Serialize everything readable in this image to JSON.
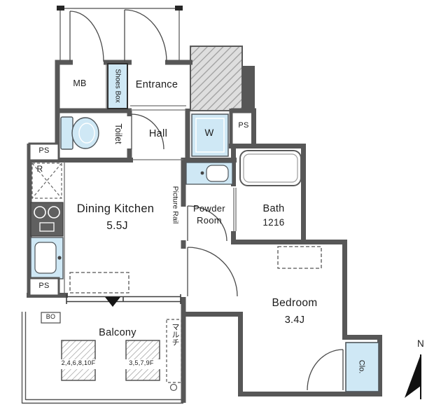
{
  "drawing_type": "apartment-floor-plan",
  "rooms": {
    "mb": "MB",
    "shoes_box": "Shoes Box",
    "entrance": "Entrance",
    "toilet": "Toilet",
    "hall": "Hall",
    "washer": "W",
    "ps_top": "PS",
    "ps_left": "PS",
    "ps_bottom": "PS",
    "refrigerator": "R",
    "dining_kitchen_name": "Dining Kitchen",
    "dining_kitchen_size": "5.5J",
    "picture_rail": "Picture Rail",
    "powder_room_line1": "Powder",
    "powder_room_line2": "Room",
    "bath_name": "Bath",
    "bath_size": "1216",
    "bedroom_name": "Bedroom",
    "bedroom_size": "3.4J",
    "balcony": "Balcony",
    "closet": "Clo.",
    "bo": "BO",
    "hatch_floors_left": "2,4,6,8,10F",
    "hatch_floors_right": "3,5,7,9F",
    "balcony_note_vertical": "マルチ"
  },
  "compass": {
    "north": "N"
  },
  "colors": {
    "wall": "#575757",
    "fixture_blue": "#cfe8f5",
    "hatch_gray": "#9f9f9f"
  }
}
